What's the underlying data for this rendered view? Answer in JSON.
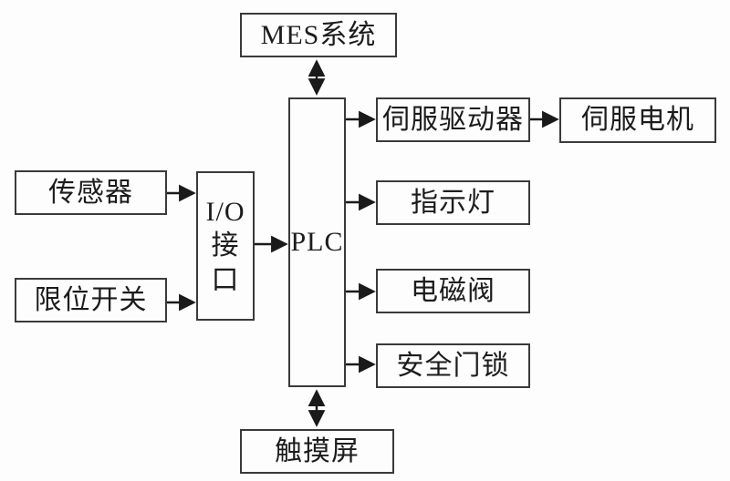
{
  "nodes": {
    "mes": {
      "label": "MES系统"
    },
    "plc": {
      "label": "PLC"
    },
    "io": {
      "label": "I/O\n接口"
    },
    "sensor": {
      "label": "传感器"
    },
    "limit_switch": {
      "label": "限位开关"
    },
    "servo_driver": {
      "label": "伺服驱动器"
    },
    "servo_motor": {
      "label": "伺服电机"
    },
    "indicator_light": {
      "label": "指示灯"
    },
    "solenoid_valve": {
      "label": "电磁阀"
    },
    "safety_door_lock": {
      "label": "安全门锁"
    },
    "touch_screen": {
      "label": "触摸屏"
    }
  },
  "connections": [
    {
      "from": "MES系统",
      "to": "PLC",
      "bidirectional": true
    },
    {
      "from": "传感器",
      "to": "I/O接口",
      "bidirectional": false
    },
    {
      "from": "限位开关",
      "to": "I/O接口",
      "bidirectional": false
    },
    {
      "from": "I/O接口",
      "to": "PLC",
      "bidirectional": false
    },
    {
      "from": "PLC",
      "to": "伺服驱动器",
      "bidirectional": false
    },
    {
      "from": "伺服驱动器",
      "to": "伺服电机",
      "bidirectional": false
    },
    {
      "from": "PLC",
      "to": "指示灯",
      "bidirectional": false
    },
    {
      "from": "PLC",
      "to": "电磁阀",
      "bidirectional": false
    },
    {
      "from": "PLC",
      "to": "安全门锁",
      "bidirectional": false
    },
    {
      "from": "PLC",
      "to": "触摸屏",
      "bidirectional": true
    }
  ],
  "colors": {
    "border": "#3a3a3a",
    "line": "#1a1a1a",
    "text": "#1c1c1c",
    "background": "#fdfdfd"
  }
}
